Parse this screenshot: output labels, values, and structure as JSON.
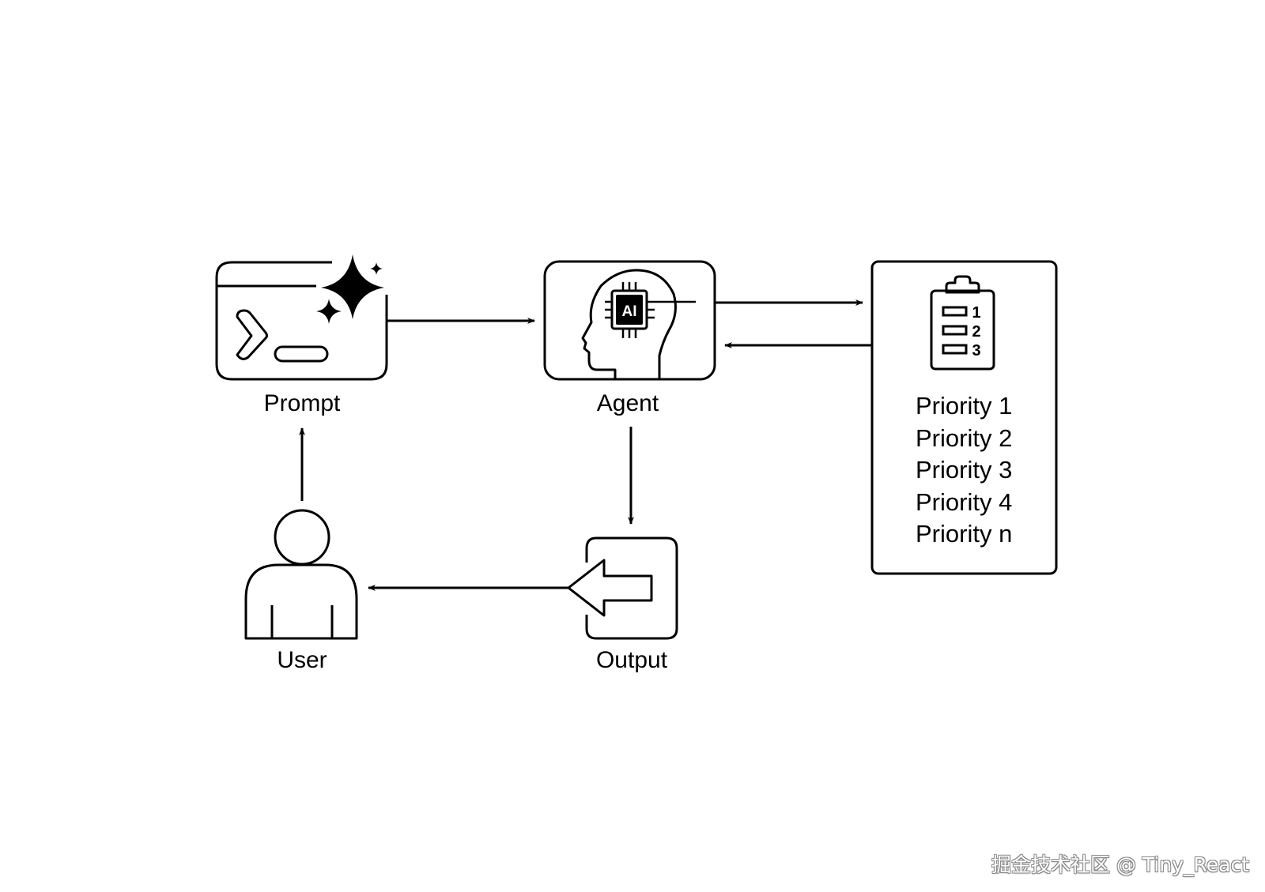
{
  "nodes": {
    "prompt": "Prompt",
    "agent": "Agent",
    "user": "User",
    "output": "Output"
  },
  "agent_chip_text": "AI",
  "priorities": [
    "Priority 1",
    "Priority 2",
    "Priority 3",
    "Priority 4",
    "Priority n"
  ],
  "clipboard_numbers": [
    "1",
    "2",
    "3"
  ],
  "watermark": "掘金技术社区 @ Tiny_React",
  "colors": {
    "stroke": "#000000",
    "background": "#ffffff"
  }
}
